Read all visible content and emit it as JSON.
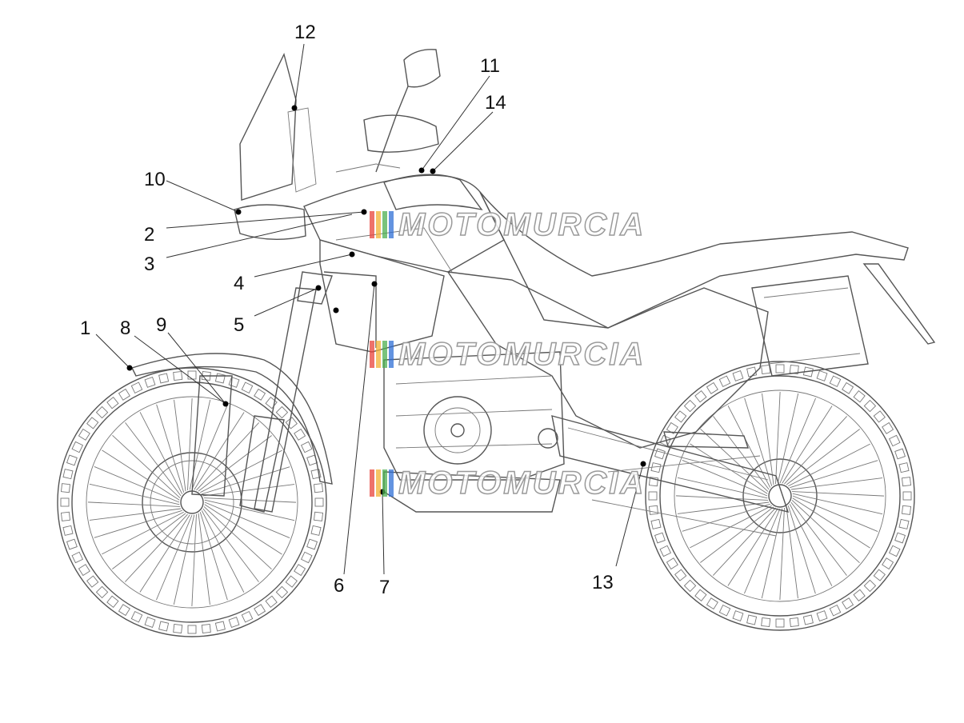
{
  "callouts": [
    {
      "id": "1",
      "label": "1"
    },
    {
      "id": "2",
      "label": "2"
    },
    {
      "id": "3",
      "label": "3"
    },
    {
      "id": "4",
      "label": "4"
    },
    {
      "id": "5",
      "label": "5"
    },
    {
      "id": "6",
      "label": "6"
    },
    {
      "id": "7",
      "label": "7"
    },
    {
      "id": "8",
      "label": "8"
    },
    {
      "id": "9",
      "label": "9"
    },
    {
      "id": "10",
      "label": "10"
    },
    {
      "id": "11",
      "label": "11"
    },
    {
      "id": "12",
      "label": "12"
    },
    {
      "id": "13",
      "label": "13"
    },
    {
      "id": "14",
      "label": "14"
    }
  ],
  "watermark": {
    "text": "MOTOMURCIA",
    "colors": [
      "#e8433a",
      "#f2b233",
      "#4caf50",
      "#2f6fd6"
    ]
  },
  "colors": {
    "line_art": "#555555",
    "background": "#ffffff"
  }
}
